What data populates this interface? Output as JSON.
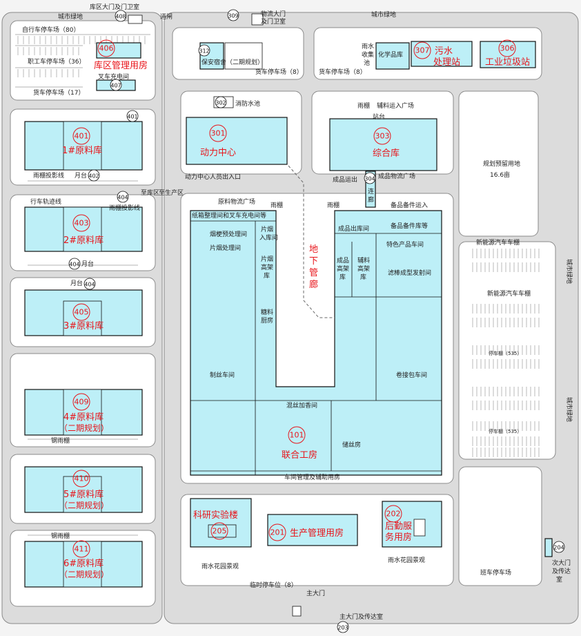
{
  "labels": {
    "gate_left": "库区大门及门卫室",
    "n408": "408",
    "city_green_top_left": "城市绿地",
    "bike_parking": "自行车停车场（80）",
    "staff_parking": "职工车停车场（36）",
    "truck_parking_17": "货车停车场（17）",
    "n406": "406",
    "b406": "库区管理用房",
    "forklift": "叉车充电间",
    "n407": "407",
    "road": "道闸",
    "n309": "309",
    "gate_logistics_1": "物流大门",
    "gate_logistics_2": "及门卫室",
    "city_green_top_right": "城市绿地",
    "n312": "312",
    "dorm": "保安宿舍",
    "phase2": "（二期规划）",
    "truck_parking_8a": "货车停车场（8）",
    "rain_pool_1": "雨水",
    "rain_pool_2": "收集",
    "rain_pool_3": "池",
    "chem": "化学品库",
    "truck_parking_8b": "货车停车场（8）",
    "n307": "307",
    "b307_1": "污水",
    "b307_2": "处理站",
    "n306": "306",
    "b306": "工业垃圾站",
    "n302": "302",
    "firepool": "消防水池",
    "n301": "301",
    "b301": "动力中心",
    "power_entry": "动力中心人员出入口",
    "rain_shed_303": "雨棚",
    "aux_square": "辅料运入广场",
    "platform": "站台",
    "n303": "303",
    "b303": "综合库",
    "reserve_1": "规划预留用地",
    "reserve_2": "16.6亩",
    "n401a": "401",
    "n401": "401",
    "b401": "1#原料库",
    "rain_shed_projection": "雨棚投影线",
    "yuetai402": "月台",
    "n402": "402",
    "n404a": "404",
    "to_storage": "至库区",
    "to_production": "至生产区",
    "crane_line": "行车轨迹线",
    "rain_shed_projection2": "雨棚投影线",
    "n403": "403",
    "b403": "2#原料库",
    "n404b": "404",
    "yuetai404a": "月台",
    "yuetai404b": "月台",
    "n404c": "404",
    "n405": "405",
    "b405": "3#原料库",
    "n409": "409",
    "b409_1": "4#原料库",
    "b409_2": "（二期规划）",
    "steel_shed1": "钢雨棚",
    "n410": "410",
    "b410_1": "5#原料库",
    "b410_2": "（二期规划）",
    "steel_shed2": "钢雨棚",
    "n411": "411",
    "b411_1": "6#原料库",
    "b411_2": "（二期规划）",
    "raw_square": "原料物流广场",
    "rain_shed_101": "雨棚",
    "leaf_sort": "纸箱整理间和叉车充电间等",
    "stem_pre": "烟梗预处理间",
    "piece_tobacco": "片烟处理间",
    "piece_in_1": "片烟",
    "piece_in_2": "入库间",
    "piece_hb_1": "片烟",
    "piece_hb_2": "高架",
    "piece_hb_3": "库",
    "sugar_1": "糖料",
    "sugar_2": "厨房",
    "cut_workshop": "制丝车间",
    "mix_flavor": "混丝加香间",
    "n101": "101",
    "b101": "联合工房",
    "silk_storage": "储丝房",
    "workshop_mgmt": "车间管理及辅助用房",
    "underground_1": "地",
    "underground_2": "下",
    "underground_3": "管",
    "underground_4": "廊",
    "finished_out": "成品运出",
    "n304": "304",
    "finished_square": "成品物流广场",
    "corridor_1": "连",
    "corridor_2": "廊",
    "rain_shed_right": "雨棚",
    "spare_in": "备品备件运入",
    "finished_io": "成品出库间",
    "spare_store": "备品备件库等",
    "special_prod": "特色产品车间",
    "fp_hb_1": "成品",
    "fp_hb_2": "高架",
    "fp_hb_3": "库",
    "aux_hb_1": "辅料",
    "aux_hb_2": "高架",
    "aux_hb_3": "库",
    "filter_rod": "滤棒成型发射间",
    "roll_pack": "卷接包车间",
    "ev_shed1": "新能源汽车车棚",
    "ev_shed2": "新能源汽车车棚",
    "city_green_right1": "城市绿地",
    "city_green_right2": "城市绿地",
    "shed_535a": "停车棚（535）",
    "shed_535b": "停车棚（535）",
    "research": "科研实验楼",
    "n205": "205",
    "n201": "201",
    "b201": "生产管理用房",
    "n202": "202",
    "b202_1": "后勤服",
    "b202_2": "务用房",
    "rain_garden1": "雨水花园景观",
    "rain_garden2": "雨水花园景观",
    "temp_parking": "临时停车位（8）",
    "main_gate": "主大门",
    "main_gate_room": "主大门及传达室",
    "n203": "203",
    "n204": "204",
    "side_gate_1": "次大门",
    "side_gate_2": "及传达",
    "side_gate_3": "室",
    "shuttle_parking": "班车停车场"
  },
  "colors": {
    "building_fill": "#bdeff7",
    "road_fill": "#dcdcdc",
    "label_red": "#e8141a"
  }
}
